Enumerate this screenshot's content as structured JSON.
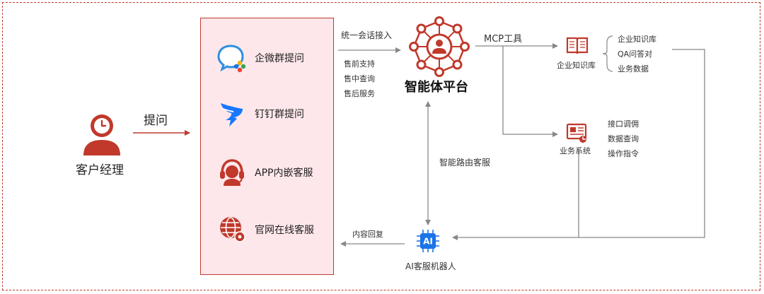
{
  "colors": {
    "accent": "#c0392b",
    "panel_bg": "#fde7ea",
    "line_gray": "#888888",
    "wecom_blue": "#2f8fe0",
    "dingtalk_blue": "#1677ff"
  },
  "customer": {
    "label": "客户经理",
    "icon": "user-clock-icon"
  },
  "ask": {
    "label": "提问"
  },
  "channels": [
    {
      "label": "企微群提问",
      "icon": "wecom-icon"
    },
    {
      "label": "钉钉群提问",
      "icon": "dingtalk-icon"
    },
    {
      "label": "APP内嵌客服",
      "icon": "headset-agent-icon"
    },
    {
      "label": "官网在线客服",
      "icon": "globe-web-icon"
    }
  ],
  "unified_access": {
    "label": "统一会话接入",
    "items": [
      "售前支持",
      "售中查询",
      "售后服务"
    ]
  },
  "platform": {
    "label": "智能体平台",
    "icon": "agent-network-icon"
  },
  "mcp": {
    "label": "MCP工具"
  },
  "knowledge_base": {
    "label": "企业知识库",
    "icon": "book-icon",
    "items": [
      "企业知识库",
      "QA问答对",
      "业务数据"
    ]
  },
  "business_system": {
    "label": "业务系统",
    "icon": "monitor-chart-icon",
    "items": [
      "接口调佣",
      "数据查询",
      "操作指令"
    ]
  },
  "routing": {
    "label": "智能路由客服"
  },
  "bot": {
    "label": "AI客服机器人",
    "icon": "ai-chip-icon",
    "chip_text": "AI"
  },
  "reply": {
    "label": "内容回复"
  }
}
